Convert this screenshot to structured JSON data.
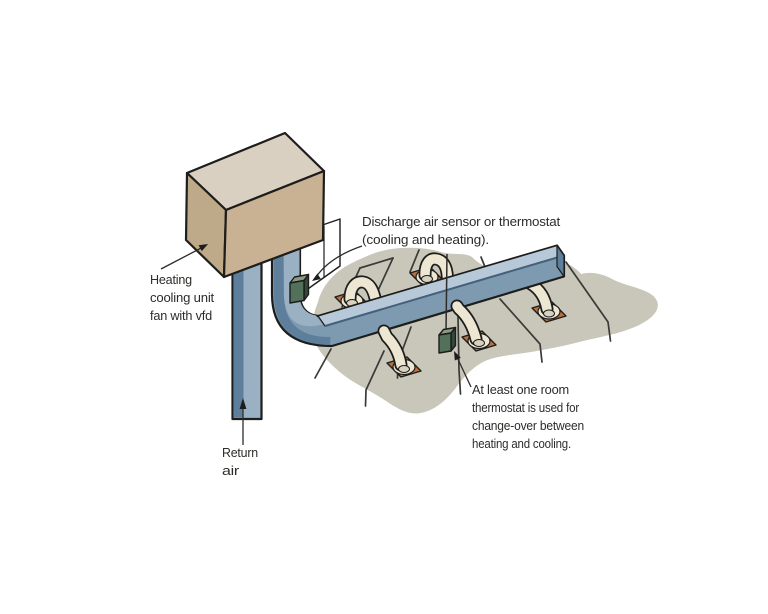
{
  "figure": {
    "type": "hvac-single-duct-vav-diagram",
    "labels": {
      "discharge_sensor": {
        "lines": [
          "Discharge air sensor or thermostat",
          "(cooling and heating)."
        ]
      },
      "heating_unit": {
        "lines": [
          "Heating",
          "cooling unit",
          "fan with vfd"
        ]
      },
      "return_air": {
        "lines": [
          "Return",
          "air"
        ]
      },
      "room_thermostat": {
        "lines": [
          "At least one room",
          "thermostat is used for",
          "change-over between",
          "heating and cooling."
        ]
      }
    },
    "colors": {
      "background": "#ffffff",
      "outline": "#1d1d1b",
      "text": "#2e2c29",
      "duct_top": "#b7c9d8",
      "duct_front": "#7e9ab0",
      "duct_vert": "#9ab1c4",
      "duct_shade": "#5d7f9b",
      "duct_inner_line": "#44607a",
      "unit_top": "#d9d0c1",
      "unit_front": "#c9b193",
      "unit_side": "#bea988",
      "ceiling": "#c9c6ba",
      "wall_line": "#3a3a38",
      "diffuser_base": "#b96f3e",
      "diffuser_pipe": "#ede6d3",
      "diffuser_hole": "#d8d1bf",
      "sensor_front": "#53705a",
      "sensor_top": "#8a9b85",
      "sensor_side": "#334a3a",
      "panel": "#ffffff"
    }
  }
}
